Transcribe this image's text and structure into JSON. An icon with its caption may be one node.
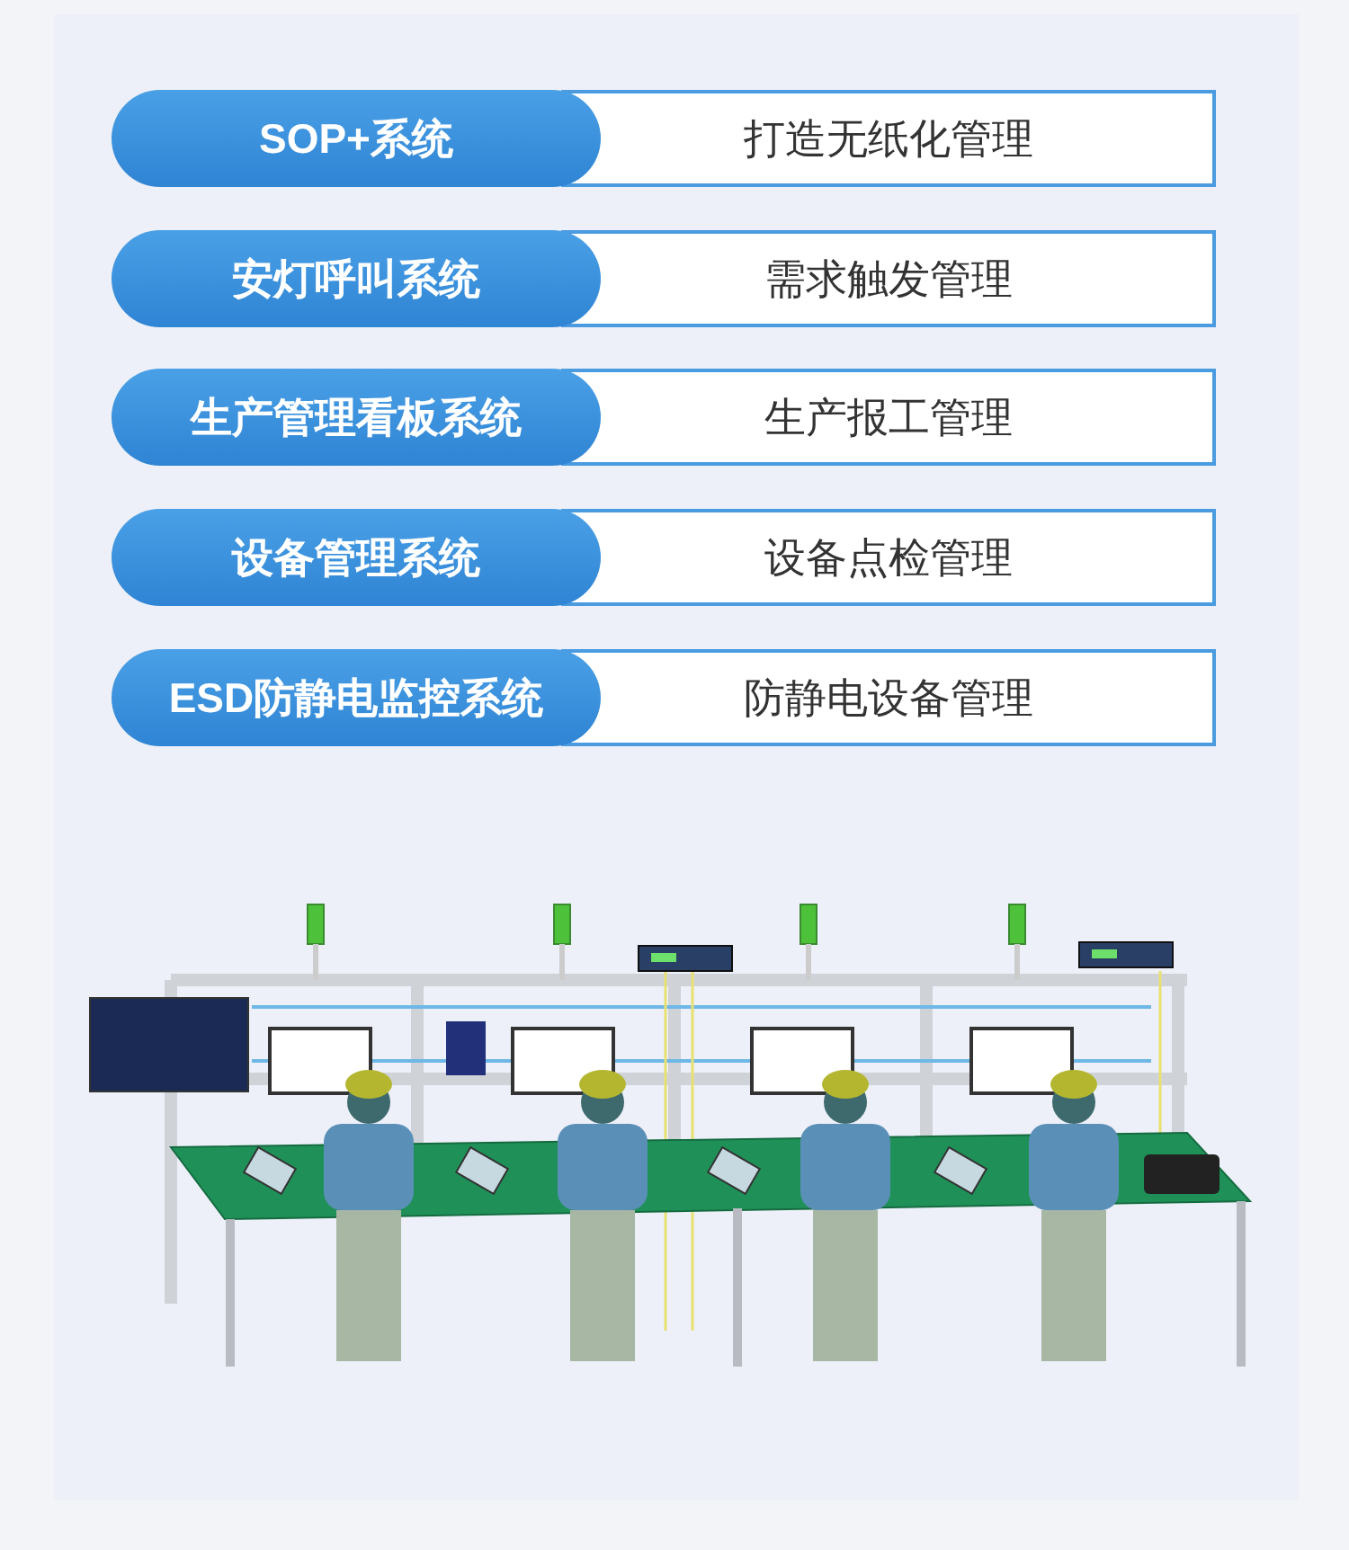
{
  "diagram": {
    "nodes": [
      {
        "text": [
          "SOP+系统"
        ]
      },
      {
        "text": [
          "打造无纸化管理"
        ]
      },
      {
        "text": [
          "安灯呼叫系统"
        ]
      },
      {
        "text": [
          "需求触发管理"
        ]
      },
      {
        "text": [
          "生产管理看板系统"
        ]
      },
      {
        "text": [
          "生产报工管理"
        ]
      },
      {
        "text": [
          "设备管理系统"
        ]
      },
      {
        "text": [
          "设备点检管理"
        ]
      },
      {
        "text": [
          "ESD防静电监控系统"
        ]
      },
      {
        "text": [
          "防静电设备管理"
        ]
      }
    ]
  }
}
